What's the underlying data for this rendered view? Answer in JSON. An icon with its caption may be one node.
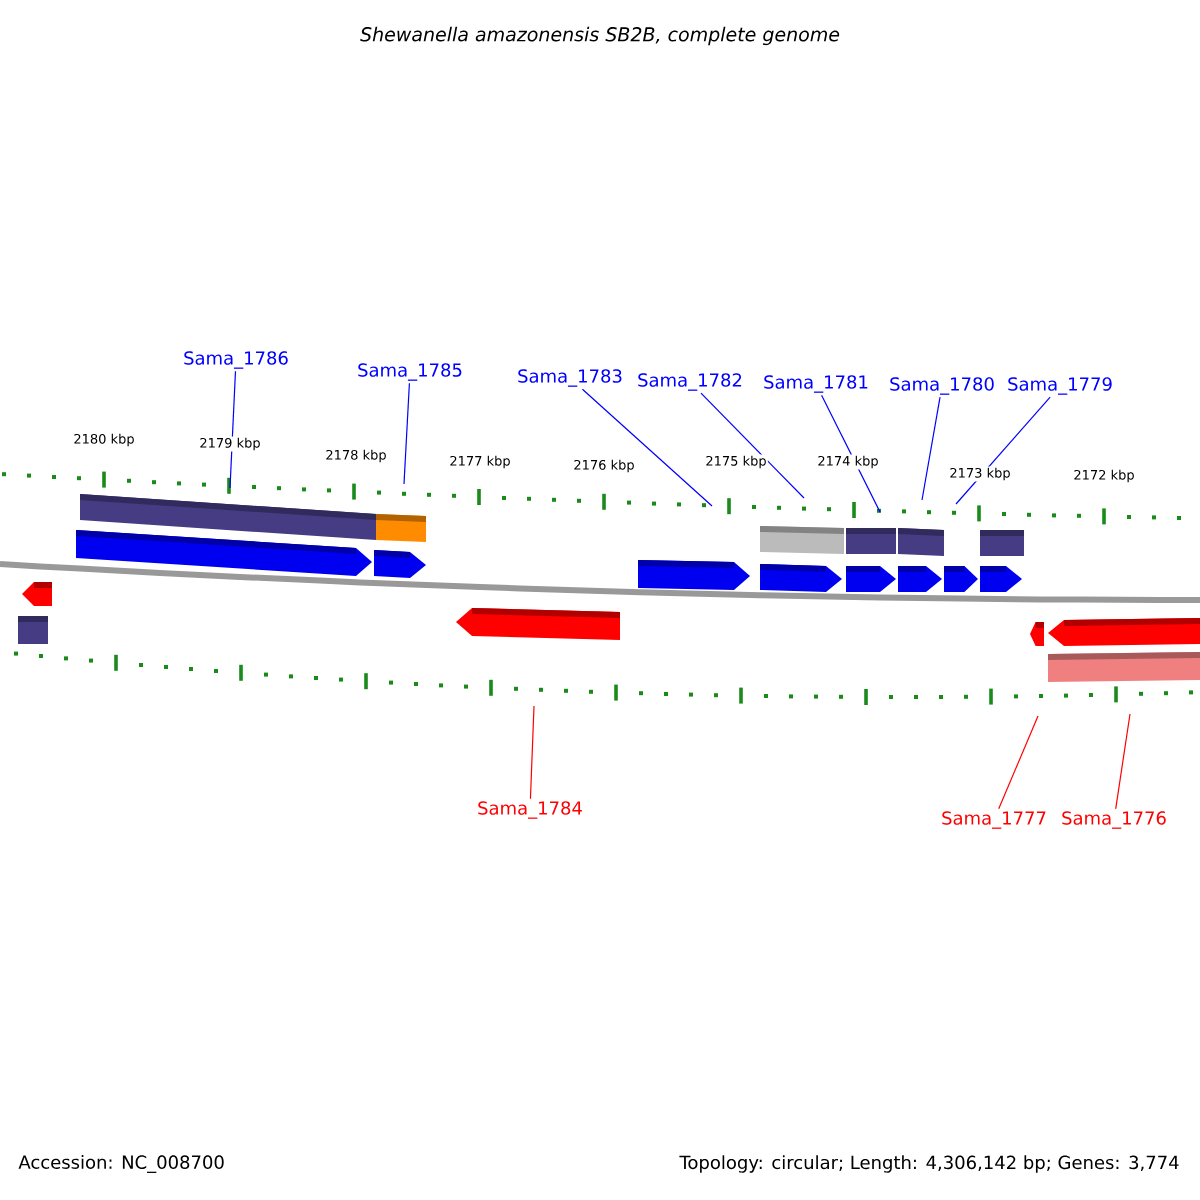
{
  "diagram": {
    "title": "Shewanella amazonensis SB2B, complete genome",
    "nodes": [
      {
        "text": [
          "Sama_1786"
        ]
      },
      {
        "text": [
          "Sama_1785"
        ]
      },
      {
        "text": [
          "Sama_1783"
        ]
      },
      {
        "text": [
          "Sama_1782"
        ]
      },
      {
        "text": [
          "Sama_1781"
        ]
      },
      {
        "text": [
          "Sama_1780"
        ]
      },
      {
        "text": [
          "Sama_1779"
        ]
      },
      {
        "text": [
          "Sama_1784"
        ]
      },
      {
        "text": [
          "Sama_1777"
        ]
      },
      {
        "text": [
          "Sama_1776"
        ]
      }
    ],
    "edges": [
      {
        "from": 0,
        "to": null,
        "arrow": "none"
      },
      {
        "from": 1,
        "to": null,
        "arrow": "none"
      },
      {
        "from": 2,
        "to": null,
        "arrow": "none"
      },
      {
        "from": 3,
        "to": null,
        "arrow": "none"
      },
      {
        "from": 4,
        "to": null,
        "arrow": "none"
      },
      {
        "from": 5,
        "to": null,
        "arrow": "none"
      },
      {
        "from": 6,
        "to": null,
        "arrow": "none"
      },
      {
        "from": 7,
        "to": null,
        "arrow": "none",
        "color": "#ff0000"
      },
      {
        "from": 8,
        "to": null,
        "arrow": "none",
        "color": "#ff0000"
      },
      {
        "from": 9,
        "to": null,
        "arrow": "none",
        "color": "#ff0000"
      }
    ],
    "labels": [
      "2180 kbp",
      "2179 kbp",
      "2178 kbp",
      "2177 kbp",
      "2176 kbp",
      "2175 kbp",
      "2174 kbp",
      "2173 kbp",
      "2172 kbp",
      "Accession: NC_008700",
      "Topology: circular; Length: 4,306,142 bp; Genes: 3,774"
    ]
  }
}
